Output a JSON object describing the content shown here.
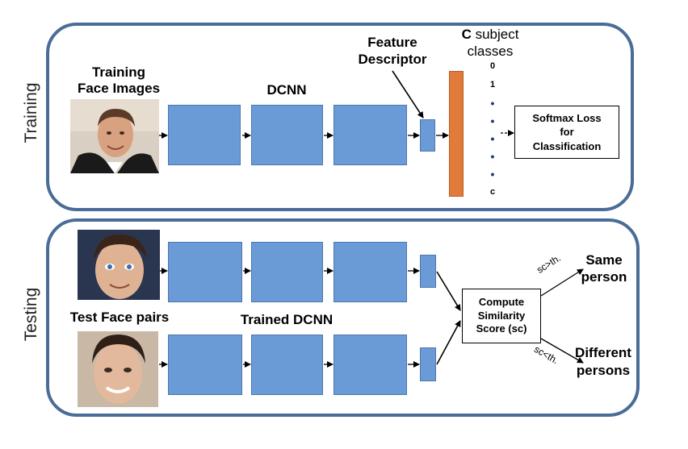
{
  "training": {
    "side_label": "Training",
    "input_label_1": "Training",
    "input_label_2": "Face Images",
    "dcnn_label": "DCNN",
    "feature_label_1": "Feature",
    "feature_label_2": "Descriptor",
    "classes_label_1_bold": "C",
    "classes_label_1_rest": " subject",
    "classes_label_2": "classes",
    "class_items": [
      "0",
      "1",
      "•",
      "•",
      "•",
      "•",
      "•",
      "c"
    ],
    "loss_label_1": "Softmax Loss",
    "loss_label_2": "for",
    "loss_label_3": "Classification"
  },
  "testing": {
    "side_label": "Testing",
    "pairs_label": "Test Face pairs",
    "dcnn_label": "Trained DCNN",
    "similarity_label_1": "Compute",
    "similarity_label_2": "Similarity",
    "similarity_label_3": "Score (sc)",
    "cond_upper": "sc>th.",
    "cond_lower": "sc<th.",
    "same_1": "Same",
    "same_2": "person",
    "diff_1": "Different",
    "diff_2": "persons"
  },
  "colors": {
    "panel_border": "#4a6c97",
    "block_fill": "#6b9bd6",
    "class_bar_fill": "#e07b39"
  }
}
